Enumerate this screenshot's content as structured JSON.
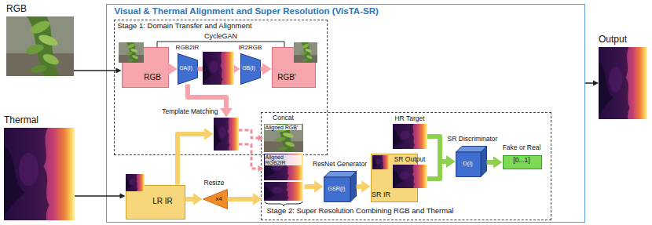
{
  "diagram": {
    "nodes": [
      {
        "text": [
          "RGB"
        ]
      },
      {
        "text": [
          "Thermal"
        ]
      },
      {
        "text": [
          "Visual & Thermal Alignment and Super Resolution (VisTA-SR)"
        ]
      },
      {
        "text": [
          "Stage 1: Domain Transfer and Alignment"
        ],
        "in": 2
      },
      {
        "text": [
          "RGB"
        ],
        "in": 3
      },
      {
        "text": [
          "RGB2IR",
          "GA(I)"
        ],
        "in": 3
      },
      {
        "text": [
          "IR2RGB",
          "GB(I)"
        ],
        "in": 3
      },
      {
        "text": [
          "RGB'"
        ],
        "in": 3
      },
      {
        "text": [
          "Template Matching"
        ],
        "in": 3
      },
      {
        "text": [
          "Stage 2: Super Resolution Combining RGB and Thermal"
        ],
        "in": 2
      },
      {
        "text": [
          "Concat"
        ],
        "in": 9
      },
      {
        "text": [
          "Aligned RGB'"
        ],
        "in": 10
      },
      {
        "text": [
          "Aligned RGB2IR"
        ],
        "in": 10
      },
      {
        "text": [
          "ResNet Generator",
          "GSR(I)"
        ],
        "in": 9
      },
      {
        "text": [
          "SR IR"
        ],
        "in": 9
      },
      {
        "text": [
          "HR Target"
        ],
        "in": 9
      },
      {
        "text": [
          "SR Output"
        ],
        "in": 9
      },
      {
        "text": [
          "SR Discriminator",
          "D(I)"
        ],
        "in": 9
      },
      {
        "text": [
          "Fake or Real",
          "[0...1]"
        ],
        "in": 9
      },
      {
        "text": [
          "LR IR"
        ],
        "in": 2
      },
      {
        "text": [
          "Resize",
          "x4"
        ],
        "in": 2
      },
      {
        "text": [
          "Output"
        ]
      }
    ],
    "edges": [
      {
        "from": 0,
        "to": 4,
        "arrow": "to"
      },
      {
        "from": 4,
        "to": 5,
        "arrow": "to"
      },
      {
        "from": 5,
        "to": 6,
        "arrow": "to"
      },
      {
        "from": 6,
        "to": 7,
        "arrow": "to"
      },
      {
        "from": 5,
        "to": 8,
        "arrow": "to"
      },
      {
        "from": 8,
        "to": 11,
        "arrow": "to"
      },
      {
        "from": 8,
        "to": 12,
        "arrow": "to"
      },
      {
        "from": 1,
        "to": 19,
        "arrow": "to"
      },
      {
        "from": 19,
        "to": 20,
        "arrow": "to"
      },
      {
        "from": 19,
        "to": 8,
        "arrow": "to"
      },
      {
        "from": 20,
        "to": 10,
        "arrow": "to"
      },
      {
        "from": 10,
        "to": 13,
        "arrow": "to"
      },
      {
        "from": 13,
        "to": 14,
        "arrow": "to"
      },
      {
        "from": 15,
        "to": 17,
        "arrow": "to"
      },
      {
        "from": 16,
        "to": 17,
        "arrow": "to"
      },
      {
        "from": 17,
        "to": 18,
        "arrow": "to"
      },
      {
        "from": 2,
        "to": 21,
        "arrow": "to"
      }
    ],
    "labels": [
      "CycleGAN"
    ]
  }
}
